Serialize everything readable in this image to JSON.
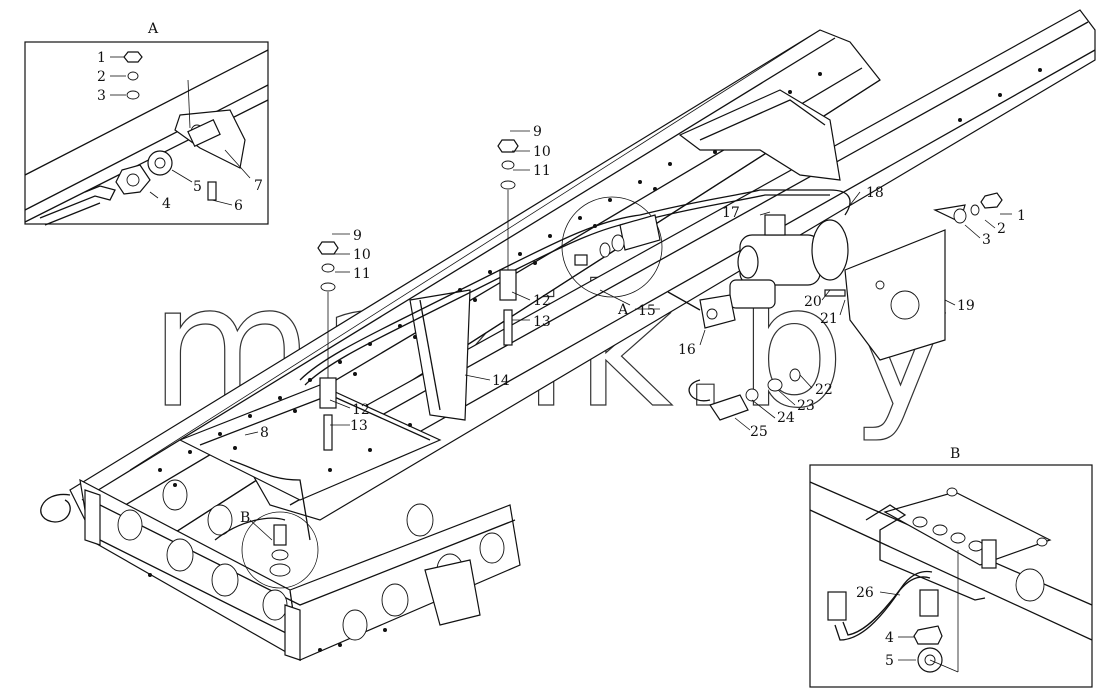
{
  "watermark": "mazik.by",
  "callouts": {
    "box_a": "A",
    "box_b": "B",
    "ref_a": "A",
    "ref_b": "B"
  },
  "parts_inset_a": [
    "1",
    "2",
    "3",
    "4",
    "5",
    "6",
    "7"
  ],
  "parts_main": [
    "9",
    "10",
    "11",
    "9",
    "10",
    "11",
    "12",
    "13",
    "12",
    "13",
    "14",
    "15",
    "16",
    "17",
    "18",
    "1",
    "2",
    "3",
    "19",
    "20",
    "21",
    "22",
    "23",
    "24",
    "25",
    "8"
  ],
  "parts_inset_b": [
    "26",
    "4",
    "5"
  ]
}
